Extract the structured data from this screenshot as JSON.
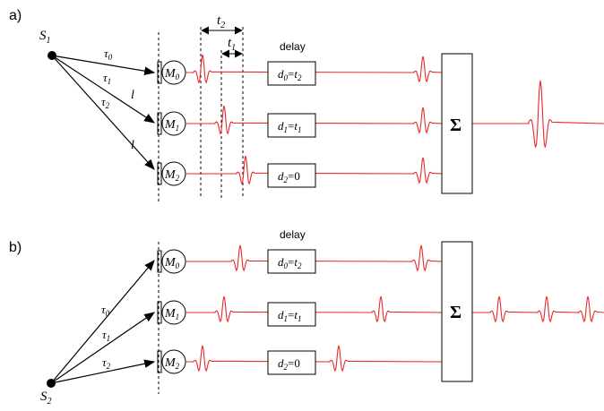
{
  "colors": {
    "ink": "#000000",
    "signal": "#e8282b",
    "background": "#ffffff"
  },
  "panel_a": {
    "label": "a)",
    "source": {
      "letter": "S",
      "sub": "1"
    },
    "taus": [
      {
        "letter": "τ",
        "sub": "0"
      },
      {
        "letter": "τ",
        "sub": "1"
      },
      {
        "letter": "τ",
        "sub": "2"
      }
    ],
    "spacing_labels": [
      "l",
      "l"
    ],
    "mics": [
      {
        "letter": "M",
        "sub": "0"
      },
      {
        "letter": "M",
        "sub": "1"
      },
      {
        "letter": "M",
        "sub": "2"
      }
    ],
    "t2": {
      "letter": "t",
      "sub": "2"
    },
    "t1": {
      "letter": "t",
      "sub": "1"
    },
    "delay_title": "delay",
    "delays": [
      {
        "d": "d",
        "sub": "0",
        "eq": "=",
        "t": "t",
        "tsub": "2"
      },
      {
        "d": "d",
        "sub": "1",
        "eq": "=",
        "t": "t",
        "tsub": "1"
      },
      {
        "d": "d",
        "sub": "2",
        "eq": "=0",
        "t": "",
        "tsub": ""
      }
    ],
    "sum_symbol": "Σ"
  },
  "panel_b": {
    "label": "b)",
    "source": {
      "letter": "S",
      "sub": "2"
    },
    "taus": [
      {
        "letter": "τ",
        "sub": "0"
      },
      {
        "letter": "τ",
        "sub": "1"
      },
      {
        "letter": "τ",
        "sub": "2"
      }
    ],
    "mics": [
      {
        "letter": "M",
        "sub": "0"
      },
      {
        "letter": "M",
        "sub": "1"
      },
      {
        "letter": "M",
        "sub": "2"
      }
    ],
    "delay_title": "delay",
    "delays": [
      {
        "d": "d",
        "sub": "0",
        "eq": "=",
        "t": "t",
        "tsub": "2"
      },
      {
        "d": "d",
        "sub": "1",
        "eq": "=",
        "t": "t",
        "tsub": "1"
      },
      {
        "d": "d",
        "sub": "2",
        "eq": "=0",
        "t": "",
        "tsub": ""
      }
    ],
    "sum_symbol": "Σ"
  }
}
